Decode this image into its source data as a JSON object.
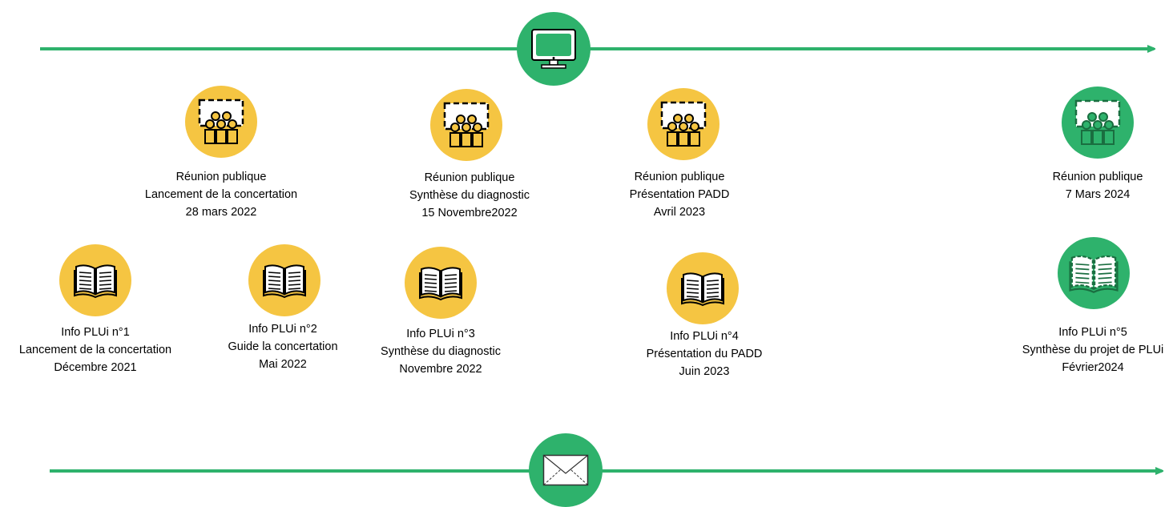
{
  "colors": {
    "line": "#2eb26c",
    "past_event": "#f5c542",
    "upcoming_event": "#2eb26c"
  },
  "channels": {
    "online_icon": "computer-monitor-icon",
    "mail_icon": "envelope-icon"
  },
  "meetings": [
    {
      "icon": "audience-icon",
      "lines": [
        "Réunion publique",
        "Lancement de la concertation",
        "28 mars 2022"
      ],
      "status": "past"
    },
    {
      "icon": "audience-icon",
      "lines": [
        "Réunion publique",
        "Synthèse du diagnostic",
        "15 Novembre2022"
      ],
      "status": "past"
    },
    {
      "icon": "audience-icon",
      "lines": [
        "Réunion publique",
        "Présentation PADD",
        "Avril 2023"
      ],
      "status": "past"
    },
    {
      "icon": "audience-icon",
      "lines": [
        "Réunion publique",
        "7 Mars 2024"
      ],
      "status": "upcoming"
    }
  ],
  "publications": [
    {
      "icon": "open-book-icon",
      "lines": [
        "Info PLUi n°1",
        "Lancement de la concertation",
        "Décembre 2021"
      ],
      "status": "past"
    },
    {
      "icon": "open-book-icon",
      "lines": [
        "Info PLUi n°2",
        "Guide la concertation",
        "Mai 2022"
      ],
      "status": "past"
    },
    {
      "icon": "open-book-icon",
      "lines": [
        "Info PLUi n°3",
        "Synthèse du diagnostic",
        "Novembre 2022"
      ],
      "status": "past"
    },
    {
      "icon": "open-book-icon",
      "lines": [
        "Info PLUi n°4",
        "Présentation du PADD",
        "Juin 2023"
      ],
      "status": "past"
    },
    {
      "icon": "open-book-icon",
      "lines": [
        "Info PLUi n°5",
        "Synthèse du projet de PLUi",
        "Février2024"
      ],
      "status": "upcoming"
    }
  ]
}
